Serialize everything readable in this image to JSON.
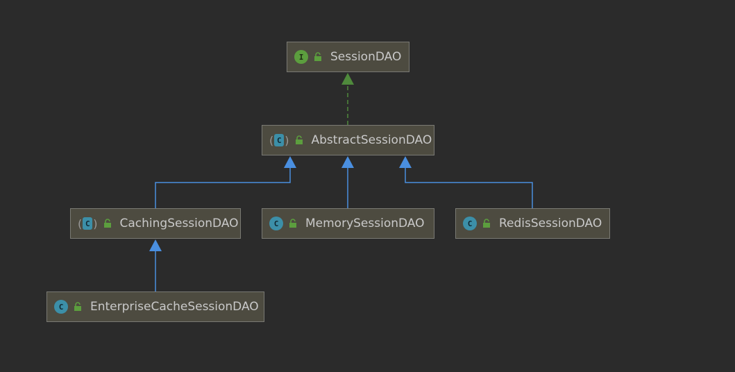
{
  "nodes": {
    "session_dao": {
      "label": "SessionDAO",
      "kind": "interface",
      "badge_letter": "I"
    },
    "abstract_session_dao": {
      "label": "AbstractSessionDAO",
      "kind": "abstract",
      "badge_letter": "C"
    },
    "caching_session_dao": {
      "label": "CachingSessionDAO",
      "kind": "abstract",
      "badge_letter": "C"
    },
    "memory_session_dao": {
      "label": "MemorySessionDAO",
      "kind": "class",
      "badge_letter": "C"
    },
    "redis_session_dao": {
      "label": "RedisSessionDAO",
      "kind": "class",
      "badge_letter": "C"
    },
    "enterprise_cache_session_dao": {
      "label": "EnterpriseCacheSessionDAO",
      "kind": "class",
      "badge_letter": "C"
    }
  },
  "edges": [
    {
      "from": "abstract_session_dao",
      "to": "session_dao",
      "type": "implements"
    },
    {
      "from": "caching_session_dao",
      "to": "abstract_session_dao",
      "type": "extends"
    },
    {
      "from": "memory_session_dao",
      "to": "abstract_session_dao",
      "type": "extends"
    },
    {
      "from": "redis_session_dao",
      "to": "abstract_session_dao",
      "type": "extends"
    },
    {
      "from": "enterprise_cache_session_dao",
      "to": "caching_session_dao",
      "type": "extends"
    }
  ],
  "colors": {
    "background": "#2b2b2b",
    "node_fill": "#4d4b40",
    "node_border": "#7a7a74",
    "text": "#c9c9c9",
    "extends_arrow": "#4a8fe0",
    "implements_arrow": "#4f8a3c",
    "interface_badge": "#5c9e3e",
    "class_badge": "#3c8fa8",
    "lock_icon": "#5c9e3e"
  }
}
